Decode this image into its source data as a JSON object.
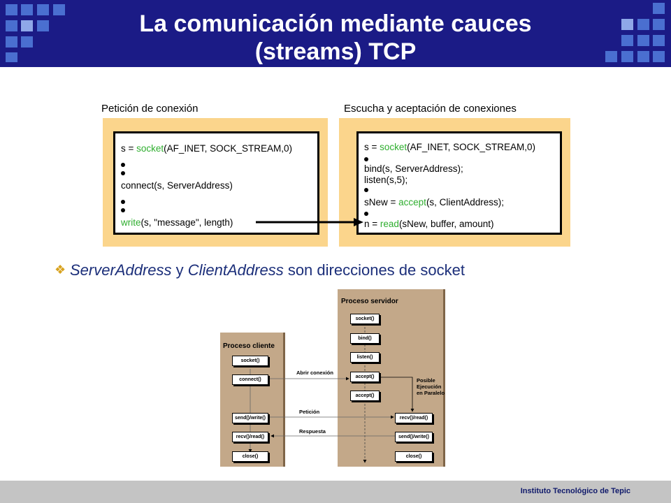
{
  "slide": {
    "title": "La comunicación mediante cauces (streams) TCP",
    "footer": "Instituto Tecnológico de Tepic",
    "colors": {
      "header": "#1b1b86",
      "panel": "#fbd58c",
      "keyword": "#2fae2f",
      "bullet_text": "#1c2f7a",
      "footer": "#c4c4c4"
    }
  },
  "client_panel": {
    "title": "Petición de conexión",
    "lines": [
      {
        "pre": "s = ",
        "kw": "socket",
        "post": "(AF_INET, SOCK_STREAM,0)"
      },
      {
        "pre": "connect(s, ServerAddress)",
        "kw": "",
        "post": ""
      },
      {
        "pre": "",
        "kw": "write",
        "post": "(s, \"message\", length)"
      }
    ]
  },
  "server_panel": {
    "title": "Escucha y aceptación de conexiones",
    "lines": [
      {
        "pre": "s = ",
        "kw": "socket",
        "post": "(AF_INET, SOCK_STREAM,0)"
      },
      {
        "pre": "bind(s, ServerAddress);",
        "kw": "",
        "post": ""
      },
      {
        "pre": "listen(s,5);",
        "kw": "",
        "post": ""
      },
      {
        "pre": "sNew = ",
        "kw": "accept",
        "post": "(s, ClientAddress);"
      },
      {
        "pre": "n = ",
        "kw": "read",
        "post": "(sNew, buffer, amount)"
      }
    ]
  },
  "bullet": {
    "icon": "diamond-bullet-icon",
    "term1": "ServerAddress",
    "mid": " y ",
    "term2": "ClientAddress",
    "rest": " son direcciones de socket"
  },
  "flow_diagram": {
    "client_label": "Proceso cliente",
    "server_label": "Proceso servidor",
    "client_calls": [
      "socket()",
      "connect()",
      "send()/write()",
      "recv()/read()",
      "close()"
    ],
    "server_calls": [
      "socket()",
      "bind()",
      "listen()",
      "accept()",
      "accept()",
      "recv()/read()",
      "send()/write()",
      "close()"
    ],
    "messages": [
      "Abrir conexión",
      "Petición",
      "Respuesta"
    ],
    "note": [
      "Posible",
      "Ejecución",
      "en Paralelo"
    ]
  }
}
